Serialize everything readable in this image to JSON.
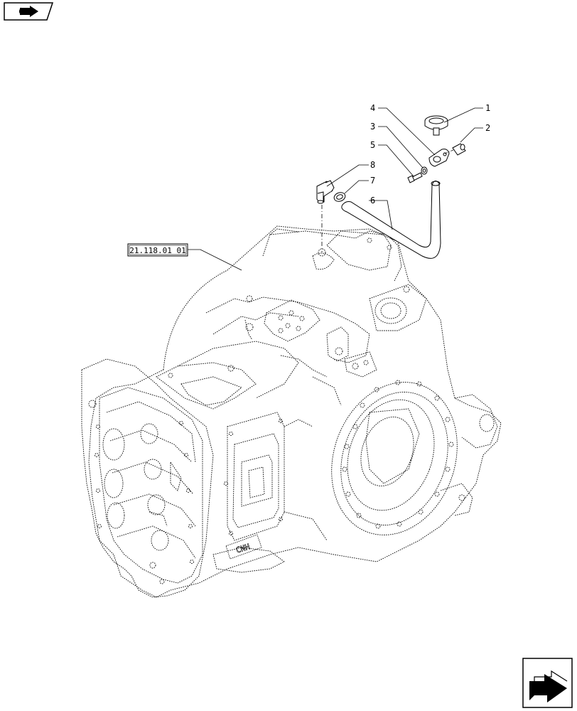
{
  "diagram": {
    "callouts": [
      {
        "id": "1",
        "label": "1"
      },
      {
        "id": "2",
        "label": "2"
      },
      {
        "id": "3",
        "label": "3"
      },
      {
        "id": "4",
        "label": "4"
      },
      {
        "id": "5",
        "label": "5"
      },
      {
        "id": "6",
        "label": "6"
      },
      {
        "id": "7",
        "label": "7"
      },
      {
        "id": "8",
        "label": "8"
      }
    ],
    "reference_box": {
      "label": "21.118.01 01"
    },
    "housing_brand": {
      "label": "CNH"
    }
  },
  "icons": {
    "top_left": "book-arrow-icon",
    "bottom_right": "next-page-arrow-icon"
  }
}
